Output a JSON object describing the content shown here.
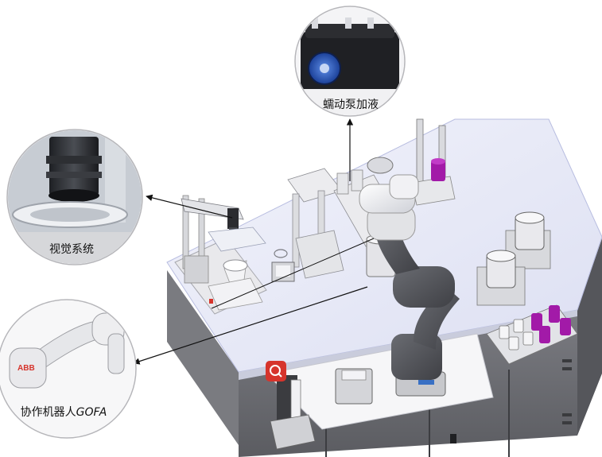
{
  "callouts": {
    "pump": {
      "label": "蠕动泵加液"
    },
    "vision": {
      "label": "视觉系统"
    },
    "robot": {
      "label_cn": "协作机器人",
      "label_en": "GOFA"
    }
  },
  "branding": {
    "arm_logo": "ABB"
  },
  "colors": {
    "bench_top": "#e8eaf7",
    "bench_side": "#6d6e74",
    "robot_dark": "#54565c",
    "robot_light": "#e4e4e6",
    "accent_purple": "#a21aa8",
    "warning_red": "#d6342c",
    "pump_blue": "#1e4fb7",
    "arrow": "#111111"
  }
}
